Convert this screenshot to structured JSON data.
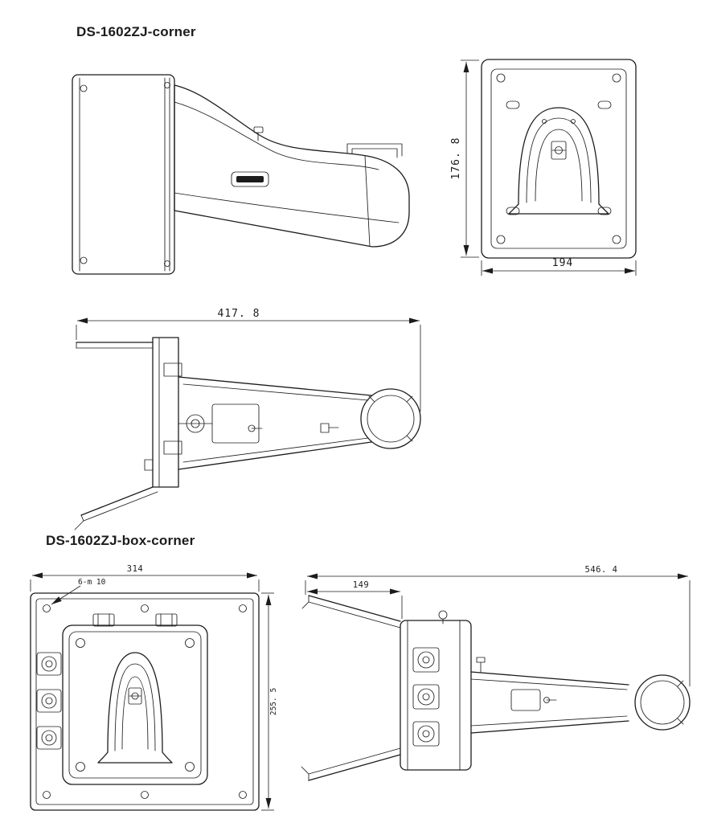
{
  "page": {
    "background": "#ffffff",
    "ink": "#1c1c1c"
  },
  "corner": {
    "title": "DS-1602ZJ-corner",
    "dim_back_height": "176. 8",
    "dim_back_width": "194",
    "dim_overall_length": "417. 8"
  },
  "box_corner": {
    "title": "DS-1602ZJ-box-corner",
    "dim_plate_width": "314",
    "note_mount_holes": "6-m 10",
    "dim_plate_height": "255. 5",
    "dim_overall_length": "546. 4",
    "dim_bracket_depth": "149"
  }
}
